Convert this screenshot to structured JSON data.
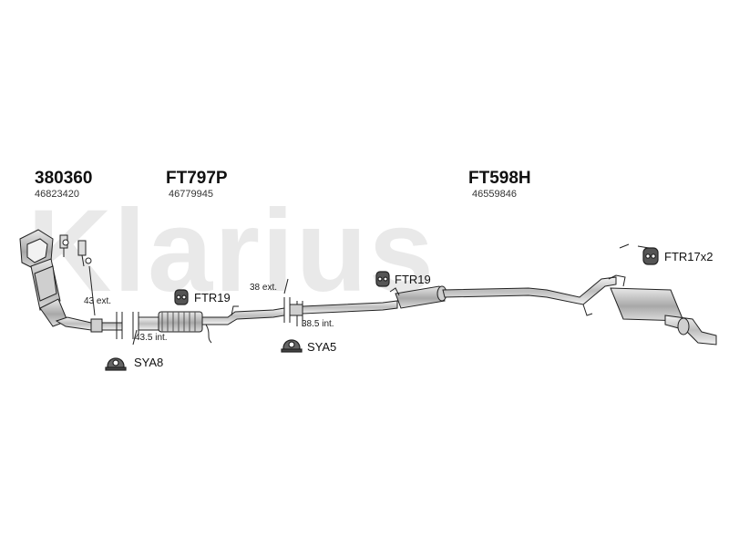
{
  "watermark": "Klarius",
  "parts": [
    {
      "part_no": "380360",
      "oem_no": "46823420"
    },
    {
      "part_no": "FT797P",
      "oem_no": "46779945"
    },
    {
      "part_no": "FT598H",
      "oem_no": "46559846"
    }
  ],
  "fittings": {
    "ftr19_a": "FTR19",
    "ftr19_b": "FTR19",
    "ftr17x2": "FTR17x2",
    "sya8": "SYA8",
    "sya5": "SYA5"
  },
  "dimensions": {
    "ext_43": "43 ext.",
    "int_43_5": "43.5 int.",
    "ext_38": "38 ext.",
    "int_38_5": "38.5 int."
  },
  "colors": {
    "line": "#222222",
    "part_fill": "#d8d8d8",
    "watermark": "#e9e9e9"
  }
}
